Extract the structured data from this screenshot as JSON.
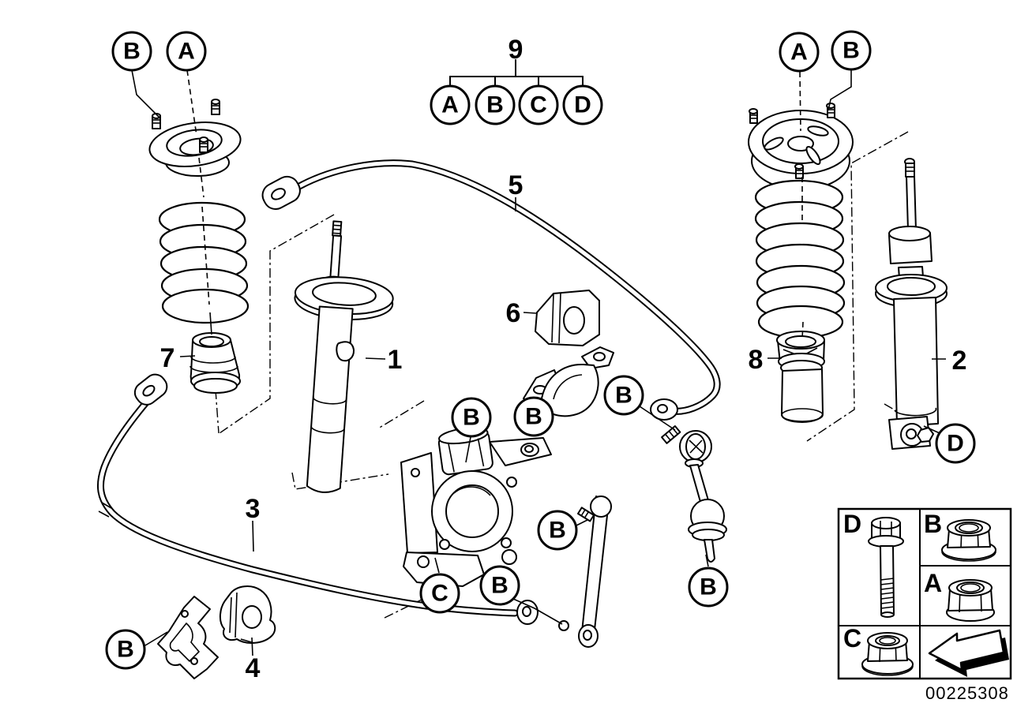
{
  "image_code": "00225308",
  "callouts": {
    "front_mount_b": "B",
    "front_mount_a": "A",
    "group_number": "9",
    "group_a": "A",
    "group_b": "B",
    "group_c": "C",
    "group_d": "D",
    "part1_front_strut": "1",
    "part2_rear_shock": "2",
    "part3_front_stabilizer_bar": "3",
    "part4_front_stabilizer_bushing": "4",
    "part5_rear_stabilizer_bar": "5",
    "part6_stabilizer_bushing": "6",
    "part7_front_bump_stop": "7",
    "part8_rear_bump_stop": "8",
    "knuckle_top_b": "B",
    "bracket_b": "B",
    "bar_end_b": "B",
    "front_link_upper_b": "B",
    "front_link_lower_b": "B",
    "knuckle_c": "C",
    "rear_link_b": "B",
    "clamp_b": "B",
    "rear_mount_a": "A",
    "rear_mount_b": "B",
    "shock_d": "D"
  },
  "legend": {
    "bolt_label": "D",
    "flange_nut_label": "B",
    "lock_nut_label": "A",
    "collar_nut_label": "C",
    "items": [
      {
        "label": "D",
        "icon": "hex-bolt-icon"
      },
      {
        "label": "B",
        "icon": "flange-lock-nut-icon"
      },
      {
        "label": "A",
        "icon": "lock-nut-icon"
      },
      {
        "label": "C",
        "icon": "collar-nut-icon"
      },
      {
        "label": "",
        "icon": "direction-arrow-icon"
      }
    ]
  }
}
